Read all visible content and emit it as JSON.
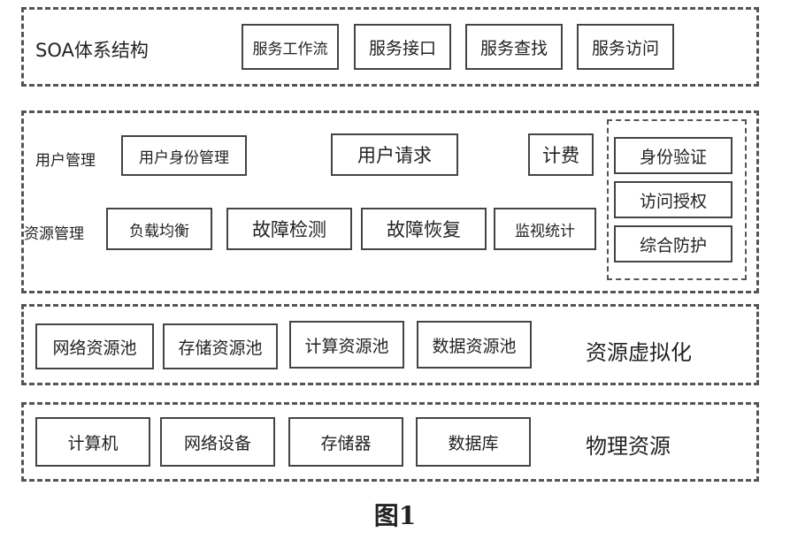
{
  "soa": {
    "title": "SOA体系结构",
    "boxes": [
      "服务工作流",
      "服务接口",
      "服务查找",
      "服务访问"
    ]
  },
  "management": {
    "user_label": "用户管理",
    "user_identity": "用户身份管理",
    "user_request": "用户请求",
    "billing": "计费",
    "resource_label": "资源管理",
    "load_balance": "负载均衡",
    "fault_detect": "故障检测",
    "fault_recover": "故障恢复",
    "monitor": "监视统计",
    "security": [
      "身份验证",
      "访问授权",
      "综合防护"
    ]
  },
  "virtualization": {
    "title": "资源虚拟化",
    "boxes": [
      "网络资源池",
      "存储资源池",
      "计算资源池",
      "数据资源池"
    ]
  },
  "physical": {
    "title": "物理资源",
    "boxes": [
      "计算机",
      "网络设备",
      "存储器",
      "数据库"
    ]
  },
  "caption": "图1"
}
